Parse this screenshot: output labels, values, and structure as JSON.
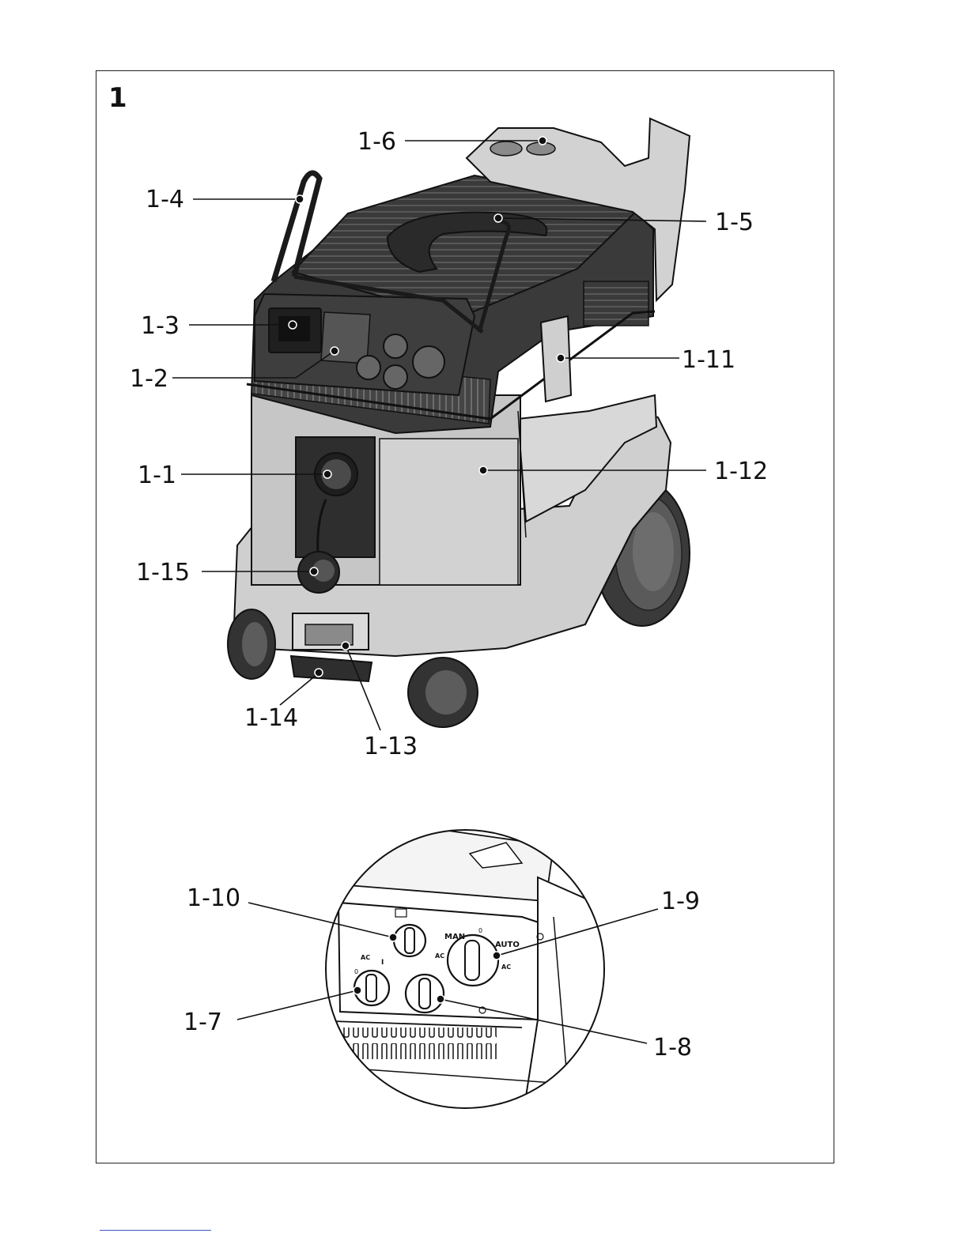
{
  "figure": {
    "number": "1"
  },
  "labels": {
    "l1_1": "1-1",
    "l1_2": "1-2",
    "l1_3": "1-3",
    "l1_4": "1-4",
    "l1_5": "1-5",
    "l1_6": "1-6",
    "l1_7": "1-7",
    "l1_8": "1-8",
    "l1_9": "1-9",
    "l1_10": "1-10",
    "l1_11": "1-11",
    "l1_12": "1-12",
    "l1_13": "1-13",
    "l1_14": "1-14",
    "l1_15": "1-15"
  },
  "panel_markings": {
    "man": "MAN",
    "auto": "AUTO",
    "ac_a": "AC",
    "ac_b": "AC",
    "ac_c": "AC",
    "zero_a": "0",
    "zero_b": "0",
    "one": "I"
  },
  "colors": {
    "body_dark": "#3b3b3b",
    "body_light": "#c9c9c9",
    "outline": "#111111"
  }
}
